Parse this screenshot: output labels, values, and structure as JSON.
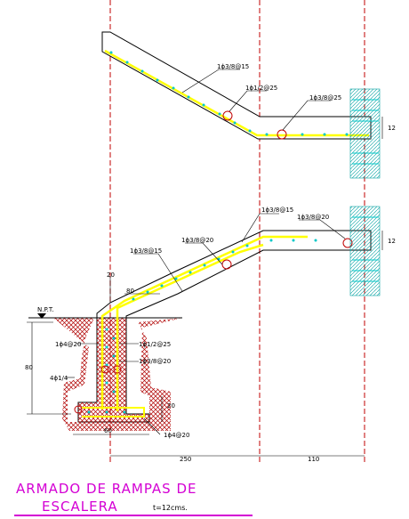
{
  "title": {
    "line1": "ARMADO DE RAMPAS DE",
    "line2": "ESCALERA",
    "thickness": "t=12cms."
  },
  "labels": {
    "upper_bar_1": "1ϕ3/8@15",
    "upper_bar_2": "1ϕ1/2@25",
    "upper_bar_3": "1ϕ3/8@25",
    "upper_dim": "12",
    "lower_bar_1": "1ϕ3/8@15",
    "lower_bar_2": "1ϕ3/8@20",
    "lower_bar_3": "1ϕ3/8@15",
    "lower_bar_4": "1ϕ3/8@20",
    "lower_dim": "12",
    "dim_20": "20",
    "dim_80": "80",
    "npt": "N.P.T.",
    "found_bar_1": "1ϕ4@20",
    "found_bar_2": "1ϕ1/2@25",
    "found_bar_3": "1ϕ3/8@20",
    "found_bar_4": "4ϕ1/4",
    "found_dim_80": "80",
    "found_dim_20": "20",
    "found_dim_60": "60",
    "found_bar_5": "1ϕ4@20",
    "dim_250": "250",
    "dim_110": "110"
  },
  "colors": {
    "concrete_line": "#000000",
    "rebar": "#ffff00",
    "stirrup_dots": "#00c8c8",
    "axis_lines": "#c00000",
    "soil_hatch": "#b00000",
    "title": "#d400d4"
  }
}
